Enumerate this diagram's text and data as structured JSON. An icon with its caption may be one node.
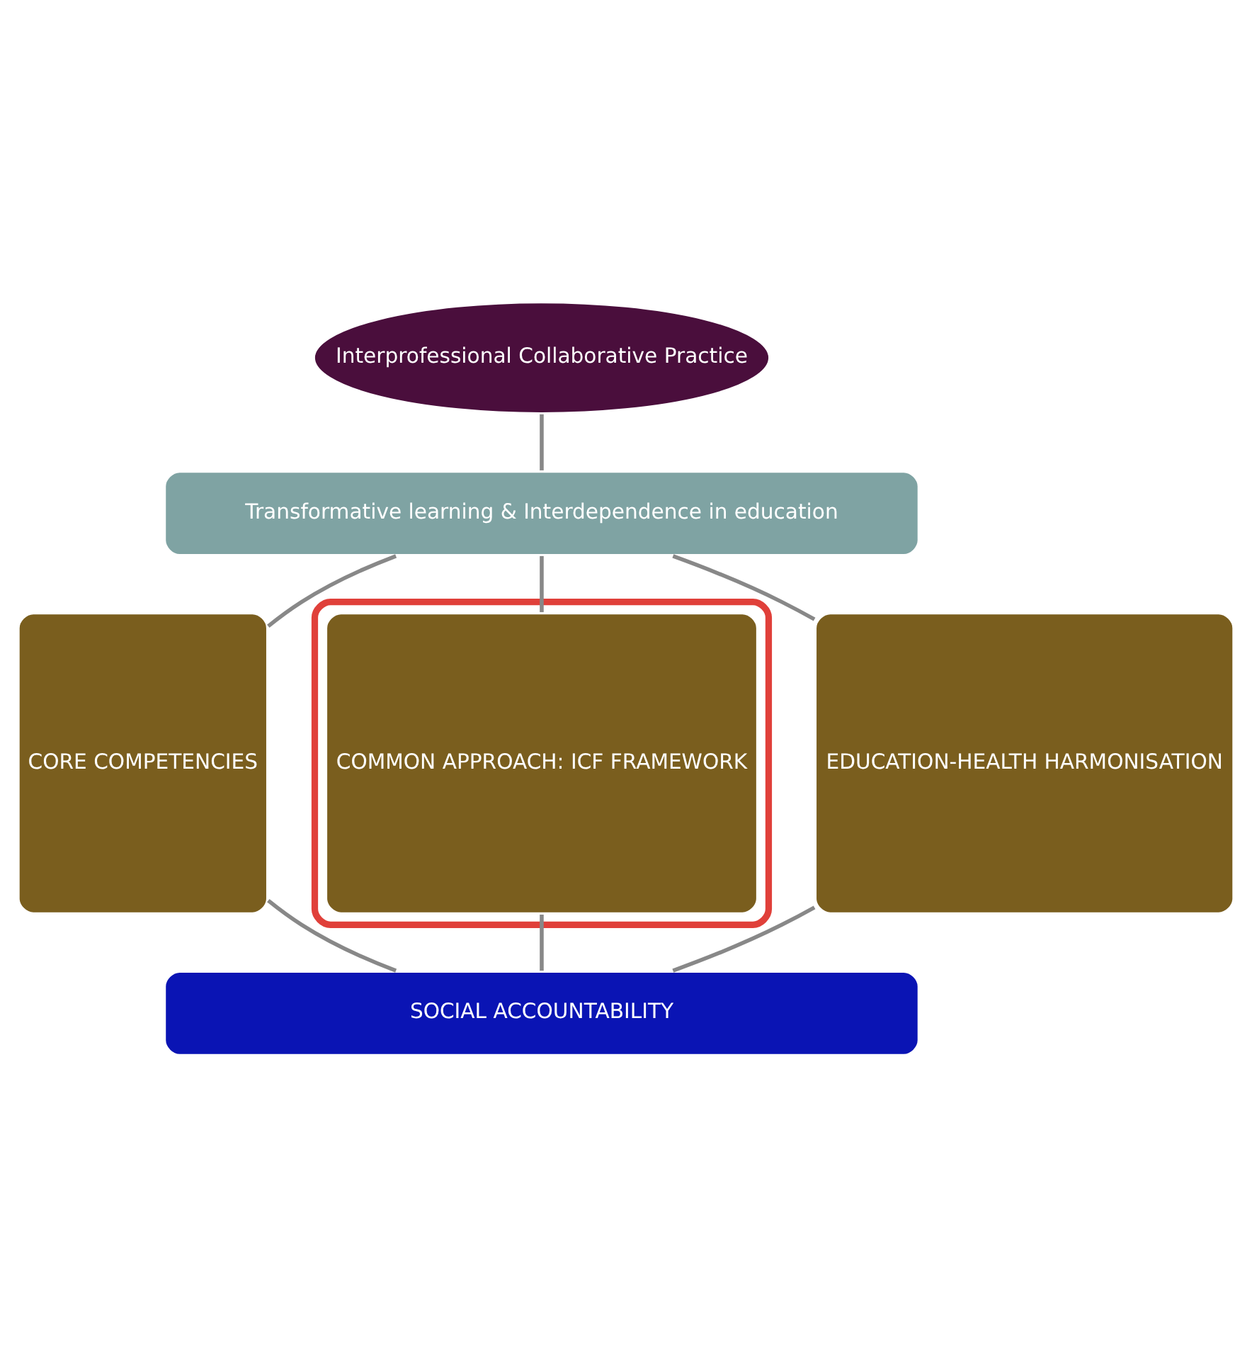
{
  "diagram": {
    "nodes": [
      {
        "text": [
          "Interprofessional Collaborative Practice"
        ]
      },
      {
        "text": [
          "Transformative learning & Interdependence in education"
        ]
      },
      {
        "text": [
          "CORE COMPETENCIES"
        ]
      },
      {
        "text": [],
        "shape": "ellipse"
      },
      {
        "text": [
          "COMMON APPROACH: ICF FRAMEWORK"
        ],
        "in": 3
      },
      {
        "text": [
          "EDUCATION-HEALTH HARMONISATION"
        ]
      },
      {
        "text": [
          "SOCIAL ACCOUNTABILITY"
        ]
      }
    ],
    "edges": [
      {
        "from": 1,
        "to": 0,
        "arrow": "none"
      },
      {
        "from": 1,
        "to": 2,
        "arrow": "none"
      },
      {
        "from": 1,
        "to": 4,
        "arrow": "none"
      },
      {
        "from": 1,
        "to": 5,
        "arrow": "none"
      },
      {
        "from": 2,
        "to": 6,
        "arrow": "none"
      },
      {
        "from": 4,
        "to": 6,
        "arrow": "none"
      },
      {
        "from": 5,
        "to": 6,
        "arrow": "none"
      }
    ]
  }
}
